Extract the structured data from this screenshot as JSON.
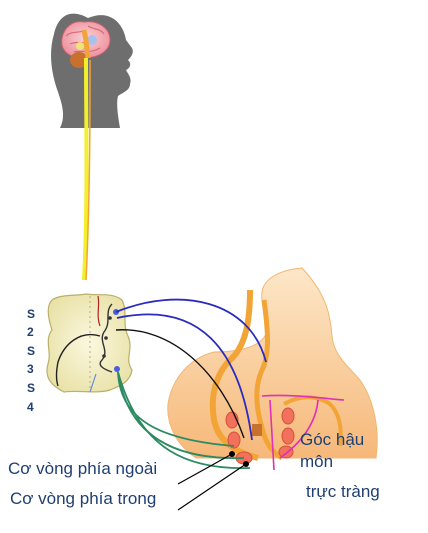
{
  "spinal_segments": [
    "S",
    "2",
    "S",
    "3",
    "S",
    "4"
  ],
  "labels": {
    "external_sphincter": "Cơ vòng phía ngoài",
    "internal_sphincter": "Cơ vòng phía trong",
    "anorectal_angle_line1": "Góc hậu",
    "anorectal_angle_line2": "môn",
    "anorectal_angle_line3": "trực tràng"
  },
  "colors": {
    "head": "#6e6e6e",
    "spinal_tract": "#f3ef2c",
    "spinal_cord": "#f4f0c4",
    "pelvic_nerve": "#2a2bbf",
    "pudendal_nerve": "#2e8a62",
    "rectum": "#f8c98c",
    "muscle": "#f07a33",
    "angle_line": "#e02fb8",
    "label_text": "#1f3f73"
  }
}
